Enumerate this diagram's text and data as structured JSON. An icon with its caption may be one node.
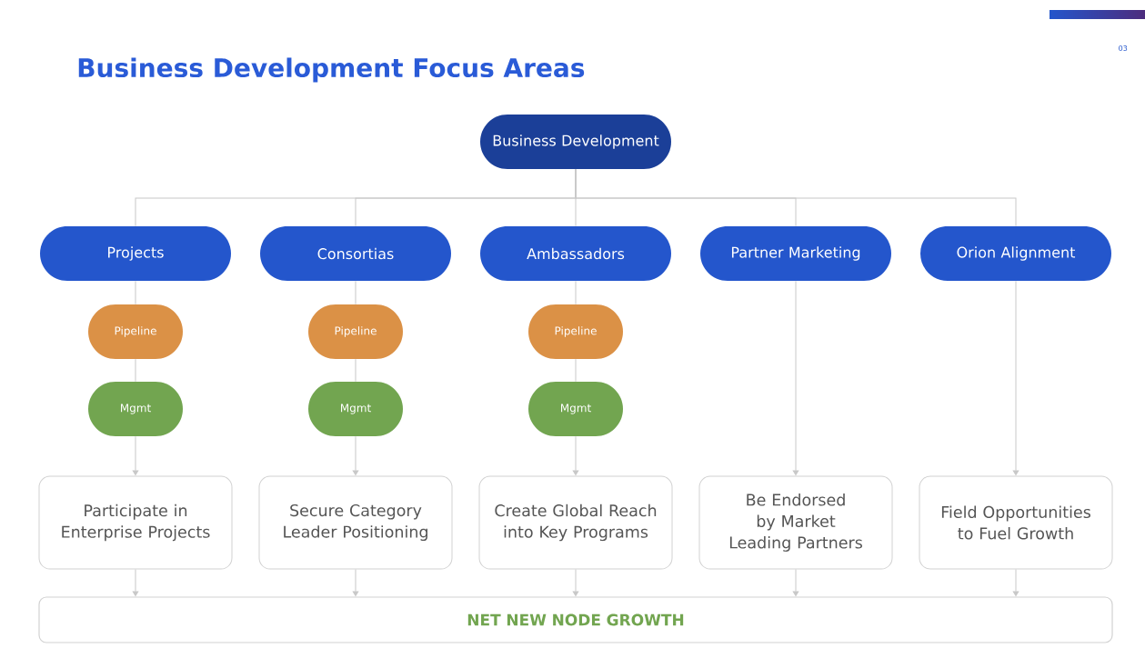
{
  "diagram": {
    "title": "Business Development Focus Areas",
    "nodes": [
      {
        "text": [
          "Business Development"
        ]
      },
      {
        "text": [
          "Projects"
        ]
      },
      {
        "text": [
          "Consortias"
        ]
      },
      {
        "text": [
          "Ambassadors"
        ]
      },
      {
        "text": [
          "Partner Marketing"
        ]
      },
      {
        "text": [
          "Orion Alignment"
        ]
      },
      {
        "text": [
          "Pipeline"
        ]
      },
      {
        "text": [
          "Pipeline"
        ]
      },
      {
        "text": [
          "Pipeline"
        ]
      },
      {
        "text": [
          "Mgmt"
        ]
      },
      {
        "text": [
          "Mgmt"
        ]
      },
      {
        "text": [
          "Mgmt"
        ]
      },
      {
        "text": [
          "Participate in Enterprise Projects"
        ]
      },
      {
        "text": [
          "Secure Category Leader Positioning"
        ]
      },
      {
        "text": [
          "Create Global Reach into Key Programs"
        ]
      },
      {
        "text": [
          "Be Endorsed by Market Leading Partners"
        ]
      },
      {
        "text": [
          "Field Opportunities to Fuel Growth"
        ]
      },
      {
        "text": [
          "NET NEW NODE GROWTH"
        ]
      }
    ],
    "edges": [
      {
        "from": 0,
        "to": 1,
        "arrow": "none"
      },
      {
        "from": 0,
        "to": 2,
        "arrow": "none"
      },
      {
        "from": 0,
        "to": 3,
        "arrow": "none"
      },
      {
        "from": 0,
        "to": 4,
        "arrow": "none"
      },
      {
        "from": 0,
        "to": 5,
        "arrow": "none"
      },
      {
        "from": 1,
        "to": 6,
        "arrow": "none"
      },
      {
        "from": 2,
        "to": 7,
        "arrow": "none"
      },
      {
        "from": 3,
        "to": 8,
        "arrow": "none"
      },
      {
        "from": 6,
        "to": 9,
        "arrow": "none"
      },
      {
        "from": 7,
        "to": 10,
        "arrow": "none"
      },
      {
        "from": 8,
        "to": 11,
        "arrow": "none"
      },
      {
        "from": 9,
        "to": 12,
        "arrow": "to"
      },
      {
        "from": 10,
        "to": 13,
        "arrow": "to"
      },
      {
        "from": 11,
        "to": 14,
        "arrow": "to"
      },
      {
        "from": 4,
        "to": 15,
        "arrow": "to"
      },
      {
        "from": 5,
        "to": 16,
        "arrow": "to"
      },
      {
        "from": 12,
        "to": 17,
        "arrow": "to"
      },
      {
        "from": 13,
        "to": 17,
        "arrow": "to"
      },
      {
        "from": 14,
        "to": 17,
        "arrow": "to"
      },
      {
        "from": 15,
        "to": 17,
        "arrow": "to"
      },
      {
        "from": 16,
        "to": 17,
        "arrow": "to"
      }
    ],
    "labels": [
      "03"
    ]
  }
}
